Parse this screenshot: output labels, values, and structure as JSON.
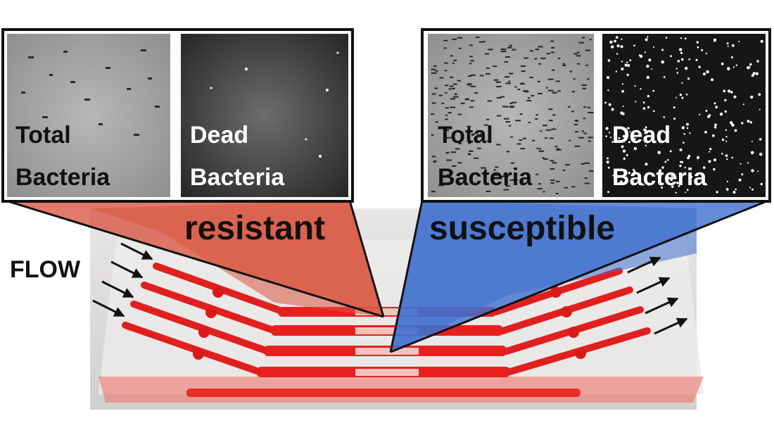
{
  "left_panel": {
    "total_label": [
      "Total",
      "Bacteria"
    ],
    "dead_label": [
      "Dead",
      "Bacteria"
    ]
  },
  "right_panel": {
    "total_label": [
      "Total",
      "Bacteria"
    ],
    "dead_label": [
      "Dead",
      "Bacteria"
    ]
  },
  "labels": {
    "resistant": "resistant",
    "susceptible": "susceptible",
    "flow": "FLOW"
  },
  "colors": {
    "resistant_overlay": "#d9553f",
    "susceptible_overlay": "#3f6fd0",
    "channel_red": "#e8201e",
    "frame": "#111111"
  }
}
